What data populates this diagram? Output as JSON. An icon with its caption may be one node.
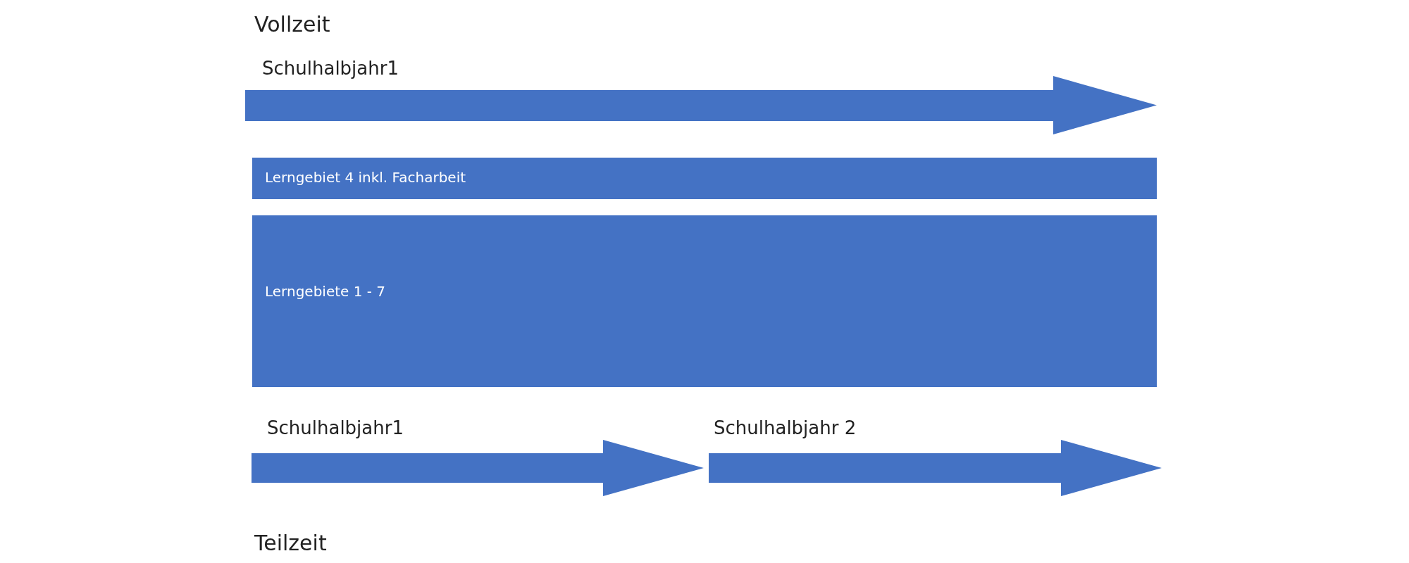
{
  "diagram": {
    "nodes": [
      {
        "text": [
          "Lerngebiet 4 inkl. Facharbeit"
        ]
      },
      {
        "text": [
          "Lerngebiete 1 - 7"
        ]
      }
    ],
    "labels": [
      "Vollzeit",
      "Schulhalbjahr1",
      "Schulhalbjahr1",
      "Schulhalbjahr 2",
      "Teilzeit"
    ]
  }
}
